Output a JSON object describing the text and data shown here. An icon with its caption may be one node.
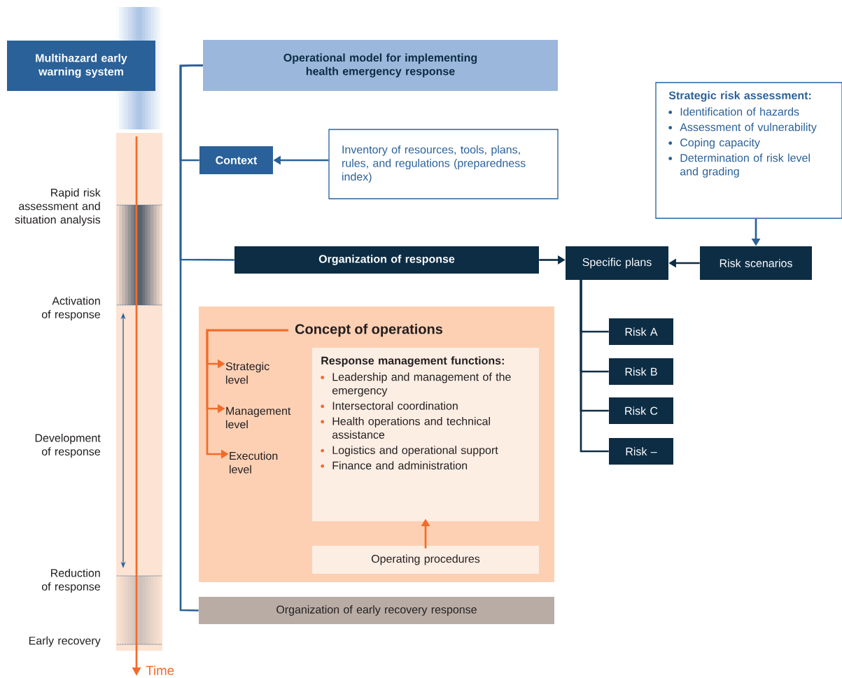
{
  "diagram": {
    "nodes": [
      {
        "text": [
          "Multihazard early warning system"
        ]
      },
      {
        "text": [
          "Operational model for implementing health emergency response"
        ]
      },
      {
        "text": [
          "Context"
        ]
      },
      {
        "text": [
          "Inventory of resources, tools, plans, rules, and regulations (preparedness index)"
        ]
      },
      {
        "text": [
          "Organization of response"
        ]
      },
      {
        "text": [
          "Strategic risk assessment:",
          "Identification of hazards",
          "Assessment of vulnerability",
          "Coping capacity",
          "Determination of risk level and grading"
        ]
      },
      {
        "text": [
          "Specific plans"
        ]
      },
      {
        "text": [
          "Risk scenarios"
        ]
      },
      {
        "text": [
          "Risk A"
        ]
      },
      {
        "text": [
          "Risk B"
        ]
      },
      {
        "text": [
          "Risk C"
        ]
      },
      {
        "text": [
          "Risk –"
        ]
      },
      {
        "text": [],
        "shape": "box"
      },
      {
        "text": [
          "Concept of operations"
        ],
        "in": 12
      },
      {
        "text": [
          "Strategic level"
        ],
        "in": 12
      },
      {
        "text": [
          "Management level"
        ],
        "in": 12
      },
      {
        "text": [
          "Execution level"
        ],
        "in": 12
      },
      {
        "text": [
          "Response management functions:",
          "Leadership and management of the emergency",
          "Intersectoral coordination",
          "Health operations and technical assistance",
          "Logistics and operational support",
          "Finance and administration"
        ],
        "in": 12
      },
      {
        "text": [
          "Operating procedures"
        ],
        "in": 12
      },
      {
        "text": [
          "Organization of early recovery response"
        ]
      }
    ],
    "edges": [
      {
        "from": 1,
        "to": 2,
        "arrow": "none",
        "color": "#2a6199"
      },
      {
        "from": 1,
        "to": 4,
        "arrow": "none",
        "color": "#2a6199"
      },
      {
        "from": 1,
        "to": 19,
        "arrow": "none",
        "color": "#2a6199"
      },
      {
        "from": 3,
        "to": 2,
        "arrow": "to",
        "color": "#2a6199"
      },
      {
        "from": 4,
        "to": 6,
        "arrow": "to"
      },
      {
        "from": 7,
        "to": 6,
        "arrow": "to"
      },
      {
        "from": 5,
        "to": 7,
        "arrow": "to",
        "color": "#2a6199"
      },
      {
        "from": 6,
        "to": 8,
        "arrow": "none"
      },
      {
        "from": 6,
        "to": 9,
        "arrow": "none"
      },
      {
        "from": 6,
        "to": 10,
        "arrow": "none"
      },
      {
        "from": 6,
        "to": 11,
        "arrow": "none"
      },
      {
        "from": 13,
        "to": 14,
        "arrow": "to",
        "color": "#f26b2a"
      },
      {
        "from": 13,
        "to": 15,
        "arrow": "to",
        "color": "#f26b2a"
      },
      {
        "from": 13,
        "to": 16,
        "arrow": "to",
        "color": "#f26b2a"
      },
      {
        "from": 18,
        "to": 17,
        "arrow": "to",
        "color": "#f26b2a"
      }
    ],
    "labels": [
      "Rapid risk assessment and situation analysis",
      "Activation of response",
      "Development of response",
      "Reduction of response",
      "Early recovery",
      "Time"
    ]
  }
}
